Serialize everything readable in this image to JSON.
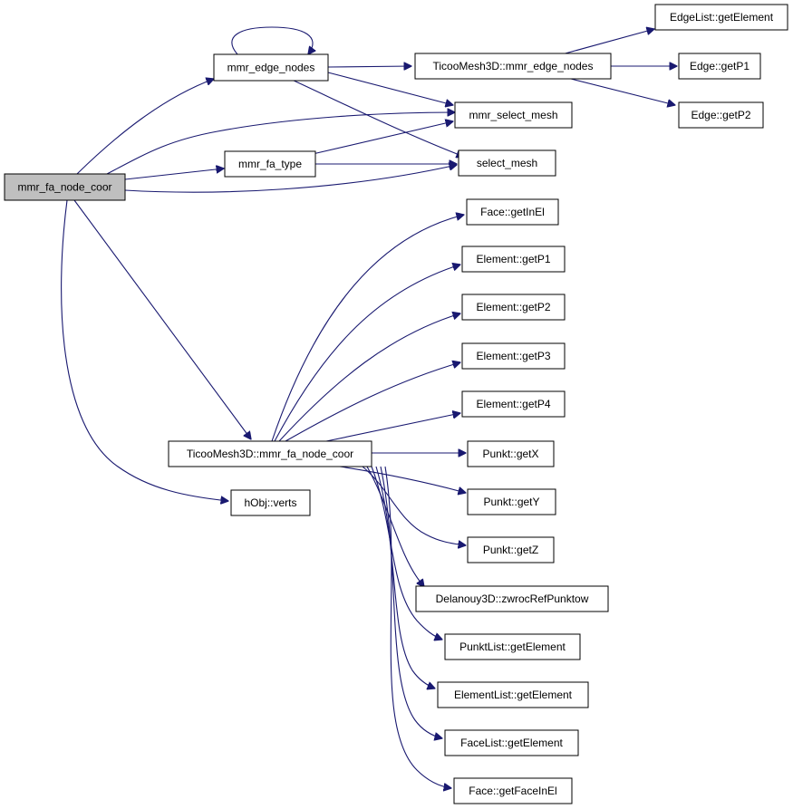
{
  "colors": {
    "edge": "#191970",
    "node_fill": "#ffffff",
    "root_fill": "#bfbfbf",
    "border": "#000000"
  },
  "nodes": {
    "mmr_fa_node_coor": {
      "label": "mmr_fa_node_coor",
      "root": true
    },
    "mmr_edge_nodes": {
      "label": "mmr_edge_nodes"
    },
    "mmr_fa_type": {
      "label": "mmr_fa_type"
    },
    "ticoo_mmr_edge_nodes": {
      "label": "TicooMesh3D::mmr_edge_nodes"
    },
    "mmr_select_mesh": {
      "label": "mmr_select_mesh"
    },
    "select_mesh": {
      "label": "select_mesh"
    },
    "edgelist_getelement": {
      "label": "EdgeList::getElement"
    },
    "edge_getp1": {
      "label": "Edge::getP1"
    },
    "edge_getp2": {
      "label": "Edge::getP2"
    },
    "face_getinel": {
      "label": "Face::getInEl"
    },
    "element_getp1": {
      "label": "Element::getP1"
    },
    "element_getp2": {
      "label": "Element::getP2"
    },
    "element_getp3": {
      "label": "Element::getP3"
    },
    "element_getp4": {
      "label": "Element::getP4"
    },
    "ticoo_mmr_fa_node_coor": {
      "label": "TicooMesh3D::mmr_fa_node_coor"
    },
    "punkt_getx": {
      "label": "Punkt::getX"
    },
    "hobj_verts": {
      "label": "hObj::verts"
    },
    "punkt_gety": {
      "label": "Punkt::getY"
    },
    "punkt_getz": {
      "label": "Punkt::getZ"
    },
    "delanouy_zwroc": {
      "label": "Delanouy3D::zwrocRefPunktow"
    },
    "punktlist_getelement": {
      "label": "PunktList::getElement"
    },
    "elementlist_getelement": {
      "label": "ElementList::getElement"
    },
    "facelist_getelement": {
      "label": "FaceList::getElement"
    },
    "face_getfaceinel": {
      "label": "Face::getFaceInEl"
    }
  },
  "edges": [
    {
      "from": "mmr_fa_node_coor",
      "to": "mmr_edge_nodes"
    },
    {
      "from": "mmr_fa_node_coor",
      "to": "mmr_select_mesh"
    },
    {
      "from": "mmr_fa_node_coor",
      "to": "mmr_fa_type"
    },
    {
      "from": "mmr_fa_node_coor",
      "to": "select_mesh"
    },
    {
      "from": "mmr_fa_node_coor",
      "to": "ticoo_mmr_fa_node_coor"
    },
    {
      "from": "mmr_fa_node_coor",
      "to": "hobj_verts"
    },
    {
      "from": "mmr_edge_nodes",
      "to": "mmr_edge_nodes"
    },
    {
      "from": "mmr_edge_nodes",
      "to": "ticoo_mmr_edge_nodes"
    },
    {
      "from": "mmr_edge_nodes",
      "to": "mmr_select_mesh"
    },
    {
      "from": "mmr_edge_nodes",
      "to": "select_mesh"
    },
    {
      "from": "ticoo_mmr_edge_nodes",
      "to": "edgelist_getelement"
    },
    {
      "from": "ticoo_mmr_edge_nodes",
      "to": "edge_getp1"
    },
    {
      "from": "ticoo_mmr_edge_nodes",
      "to": "edge_getp2"
    },
    {
      "from": "mmr_fa_type",
      "to": "mmr_select_mesh"
    },
    {
      "from": "mmr_fa_type",
      "to": "select_mesh"
    },
    {
      "from": "ticoo_mmr_fa_node_coor",
      "to": "face_getinel"
    },
    {
      "from": "ticoo_mmr_fa_node_coor",
      "to": "element_getp1"
    },
    {
      "from": "ticoo_mmr_fa_node_coor",
      "to": "element_getp2"
    },
    {
      "from": "ticoo_mmr_fa_node_coor",
      "to": "element_getp3"
    },
    {
      "from": "ticoo_mmr_fa_node_coor",
      "to": "element_getp4"
    },
    {
      "from": "ticoo_mmr_fa_node_coor",
      "to": "punkt_getx"
    },
    {
      "from": "ticoo_mmr_fa_node_coor",
      "to": "punkt_gety"
    },
    {
      "from": "ticoo_mmr_fa_node_coor",
      "to": "punkt_getz"
    },
    {
      "from": "ticoo_mmr_fa_node_coor",
      "to": "delanouy_zwroc"
    },
    {
      "from": "ticoo_mmr_fa_node_coor",
      "to": "punktlist_getelement"
    },
    {
      "from": "ticoo_mmr_fa_node_coor",
      "to": "elementlist_getelement"
    },
    {
      "from": "ticoo_mmr_fa_node_coor",
      "to": "facelist_getelement"
    },
    {
      "from": "ticoo_mmr_fa_node_coor",
      "to": "face_getfaceinel"
    }
  ]
}
